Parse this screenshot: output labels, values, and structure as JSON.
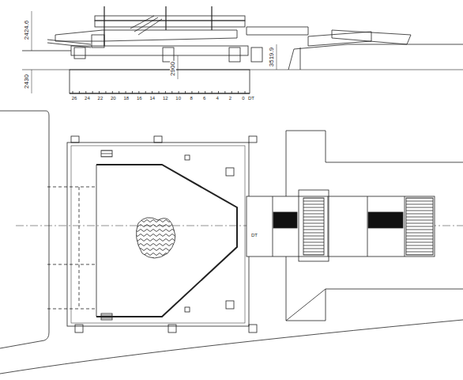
{
  "diagram": {
    "labels": [
      "2424.6",
      "2900",
      "3519.9",
      "2430",
      "DT",
      "26",
      "24",
      "22",
      "20",
      "18",
      "16",
      "14",
      "12",
      "10",
      "8",
      "6",
      "4",
      "2",
      "0",
      "DT"
    ]
  }
}
